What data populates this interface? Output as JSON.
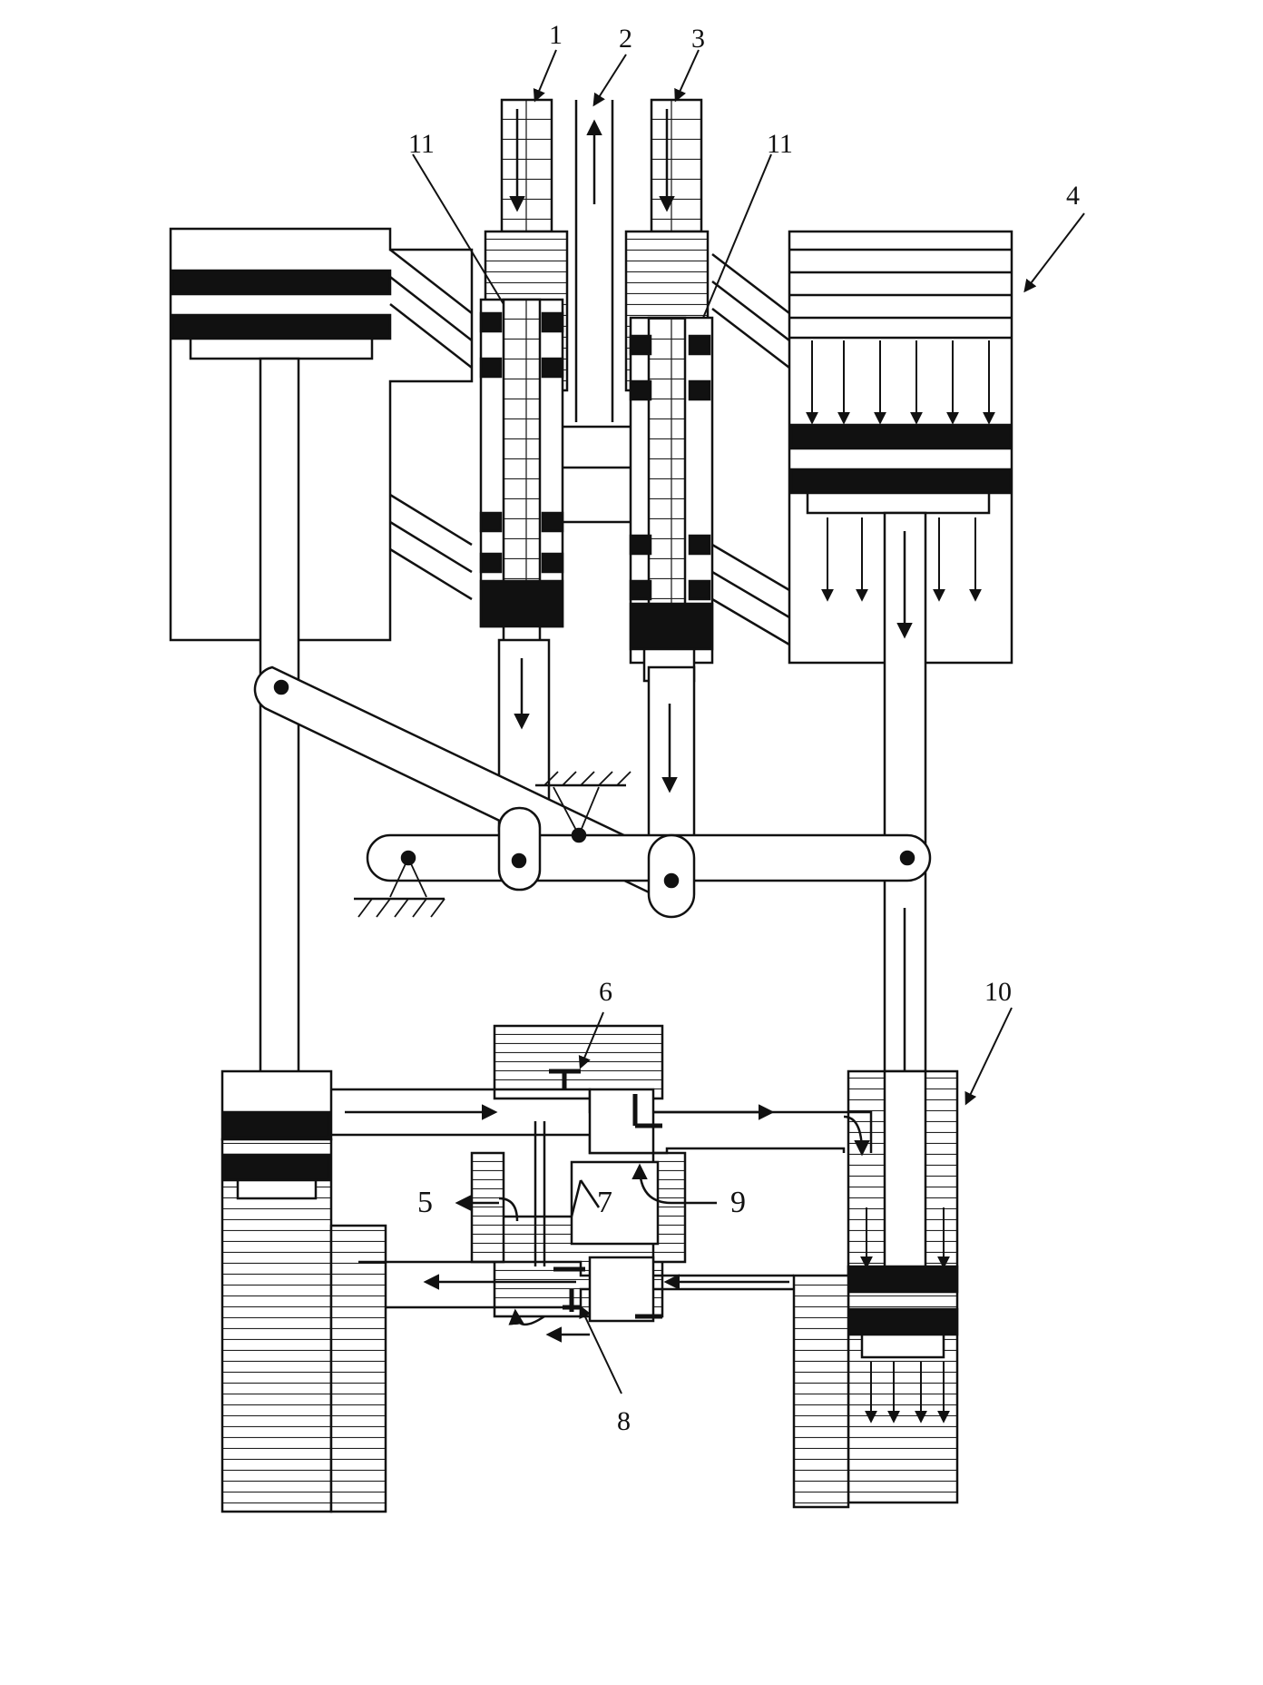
{
  "diagram": {
    "labels": {
      "l1": "1",
      "l2": "2",
      "l3": "3",
      "l4": "4",
      "l5": "5",
      "l6": "6",
      "l7": "7",
      "l8": "8",
      "l9": "9",
      "l10": "10",
      "l11a": "11",
      "l11b": "11"
    },
    "colors": {
      "ink": "#111111",
      "paper": "#ffffff"
    }
  }
}
